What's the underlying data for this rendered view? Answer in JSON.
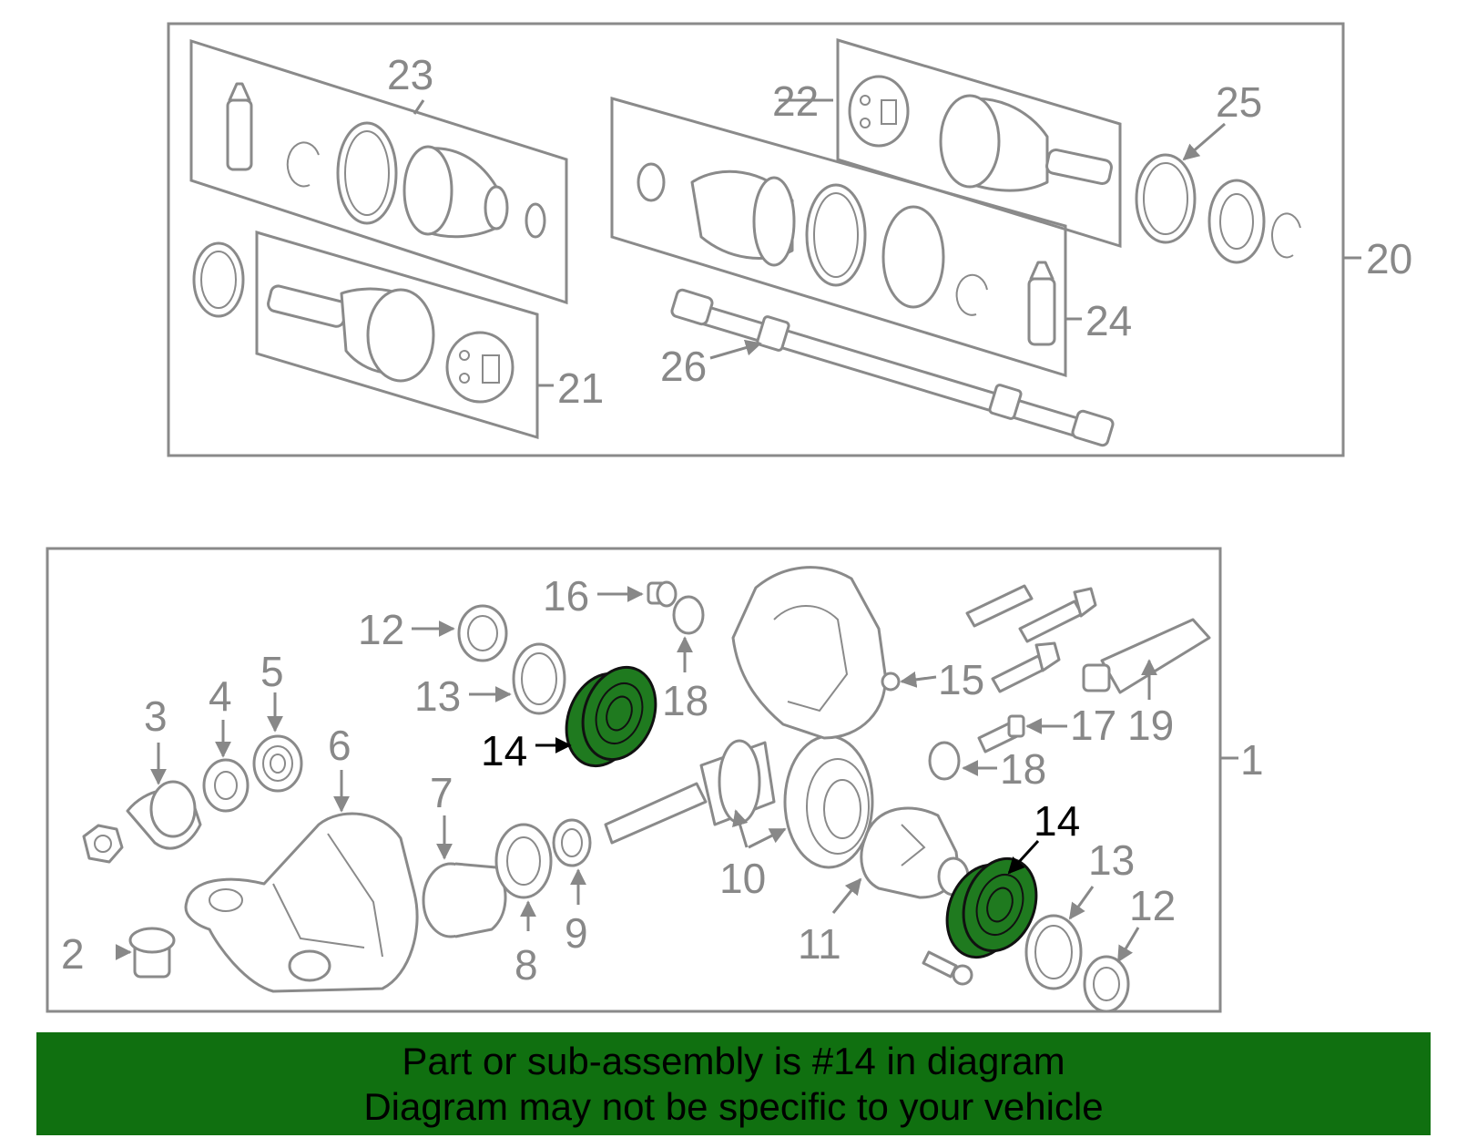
{
  "diagram": {
    "labels": {
      "l1": "1",
      "l2": "2",
      "l3": "3",
      "l4": "4",
      "l5": "5",
      "l6": "6",
      "l7": "7",
      "l8": "8",
      "l9": "9",
      "l10": "10",
      "l11": "11",
      "l12a": "12",
      "l12b": "12",
      "l13a": "13",
      "l13b": "13",
      "l14a": "14",
      "l14b": "14",
      "l15": "15",
      "l16": "16",
      "l17": "17",
      "l18a": "18",
      "l18b": "18",
      "l19": "19",
      "l20": "20",
      "l21": "21",
      "l22": "22",
      "l23": "23",
      "l24": "24",
      "l25": "25",
      "l26": "26"
    },
    "highlight_part": "14",
    "colors": {
      "highlight_fill": "#1f7a1f",
      "banner_bg": "#107010",
      "line_gray": "#888888"
    }
  },
  "banner": {
    "line1": "Part or sub-assembly is #14 in diagram",
    "line2": "Diagram may not be specific to your vehicle"
  }
}
